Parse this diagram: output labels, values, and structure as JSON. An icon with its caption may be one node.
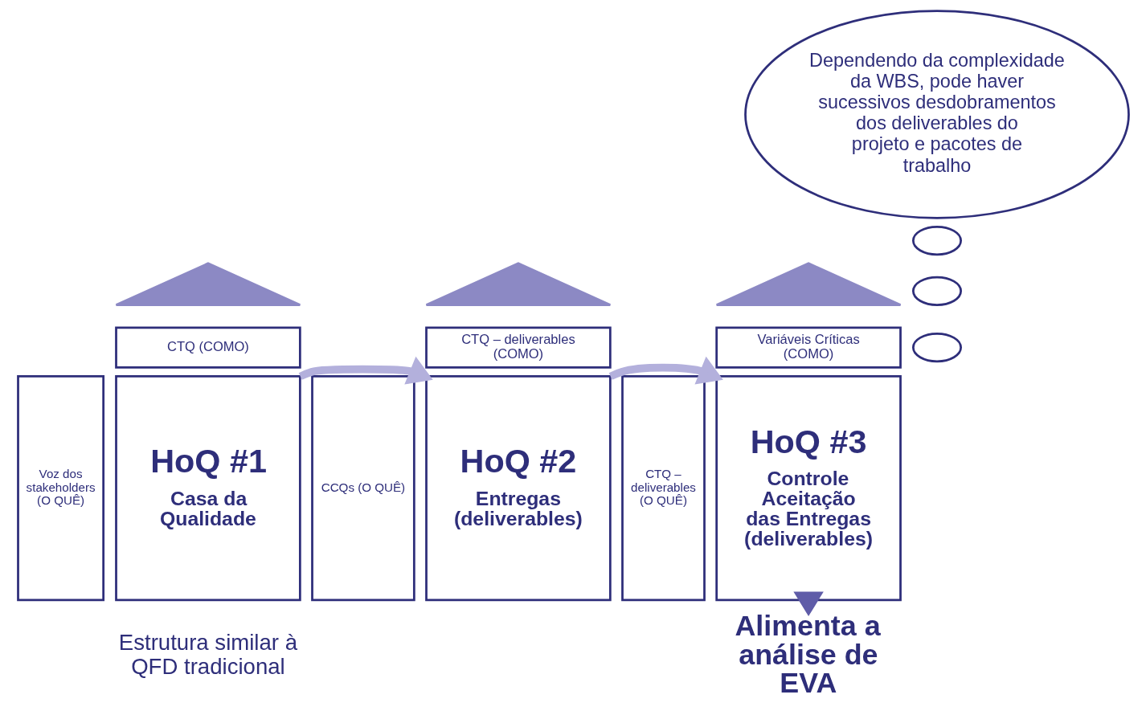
{
  "diagram": {
    "nodes": [
      {
        "text": [],
        "shape": "triangle"
      },
      {
        "text": [
          "CTQ (COMO)"
        ]
      },
      {
        "text": [
          "Voz dos stakeholders (O QUÊ)"
        ]
      },
      {
        "text": [
          "HoQ #1",
          "Casa da Qualidade"
        ]
      },
      {
        "text": [],
        "shape": "triangle"
      },
      {
        "text": [
          "CTQ – deliverables (COMO)"
        ]
      },
      {
        "text": [
          "CCQs (O QUÊ)"
        ]
      },
      {
        "text": [
          "HoQ #2",
          "Entregas (deliverables)"
        ]
      },
      {
        "text": [],
        "shape": "triangle"
      },
      {
        "text": [
          "Variáveis Críticas (COMO)"
        ]
      },
      {
        "text": [
          "CTQ – deliverables (O QUÊ)"
        ]
      },
      {
        "text": [
          "HoQ #3",
          "Controle Aceitação das Entregas (deliverables)"
        ]
      },
      {
        "text": [],
        "shape": "ellipse"
      },
      {
        "text": [],
        "shape": "ellipse"
      },
      {
        "text": [],
        "shape": "ellipse"
      },
      {
        "text": [
          "Dependendo da complexidade da WBS, pode haver sucessivos desdobramentos dos deliverables do projeto e pacotes de trabalho"
        ]
      },
      {
        "text": [
          "Alimenta a análise de EVA"
        ]
      }
    ],
    "edges": [
      {
        "from": 3,
        "to": 7,
        "arrow": "to"
      },
      {
        "from": 7,
        "to": 11,
        "arrow": "to"
      },
      {
        "from": 11,
        "to": 16,
        "arrow": "to",
        "color": "#5f5ca8"
      }
    ],
    "labels": [
      "Estrutura similar à QFD tradicional"
    ]
  }
}
